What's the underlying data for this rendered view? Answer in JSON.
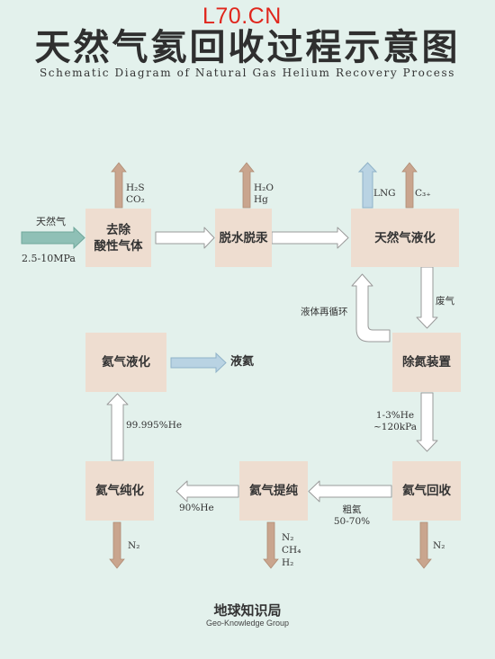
{
  "watermark": "L70.CN",
  "title": "天然气氦回收过程示意图",
  "subtitle": "Schematic Diagram of Natural Gas Helium Recovery Process",
  "colors": {
    "background": "#e3f1ec",
    "box": "#eeddd0",
    "arrow_outline": "#9a9a9a",
    "feed_arrow": "#8fc0b6",
    "lng_arrow": "#b9d3e3",
    "vent_arrow": "#c9a58e"
  },
  "boxes": {
    "acid_removal": {
      "line1": "去除",
      "line2": "酸性气体"
    },
    "dehydration": "脱水脱汞",
    "liquefaction": "天然气液化",
    "denitrogen": "除氮装置",
    "helium_recovery": "氦气回收",
    "helium_upgrade": "氦气提纯",
    "helium_purify": "氦气纯化",
    "helium_liquefy": "氦气液化"
  },
  "labels": {
    "feed_name": "天然气",
    "feed_pressure": "2.5-10MPa",
    "h2s": "H₂S",
    "co2": "CO₂",
    "h2o": "H₂O",
    "hg": "Hg",
    "lng": "LNG",
    "c3": "C₃₊",
    "recycle": "液体再循环",
    "tail_gas": "废气",
    "crude_conc": "1-3%He",
    "crude_pressure": "~120kPa",
    "crude_he": "粗氦",
    "crude_he_pct": "50-70%",
    "pct_90": "90%He",
    "pct_99995": "99.995%He",
    "liquid_he": "液氦",
    "n2_a": "N₂",
    "n2_b": "N₂",
    "n2_c": "N₂",
    "ch4": "CH₄",
    "h2": "H₂"
  },
  "footer": {
    "name": "地球知识局",
    "english": "Geo-Knowledge Group"
  }
}
